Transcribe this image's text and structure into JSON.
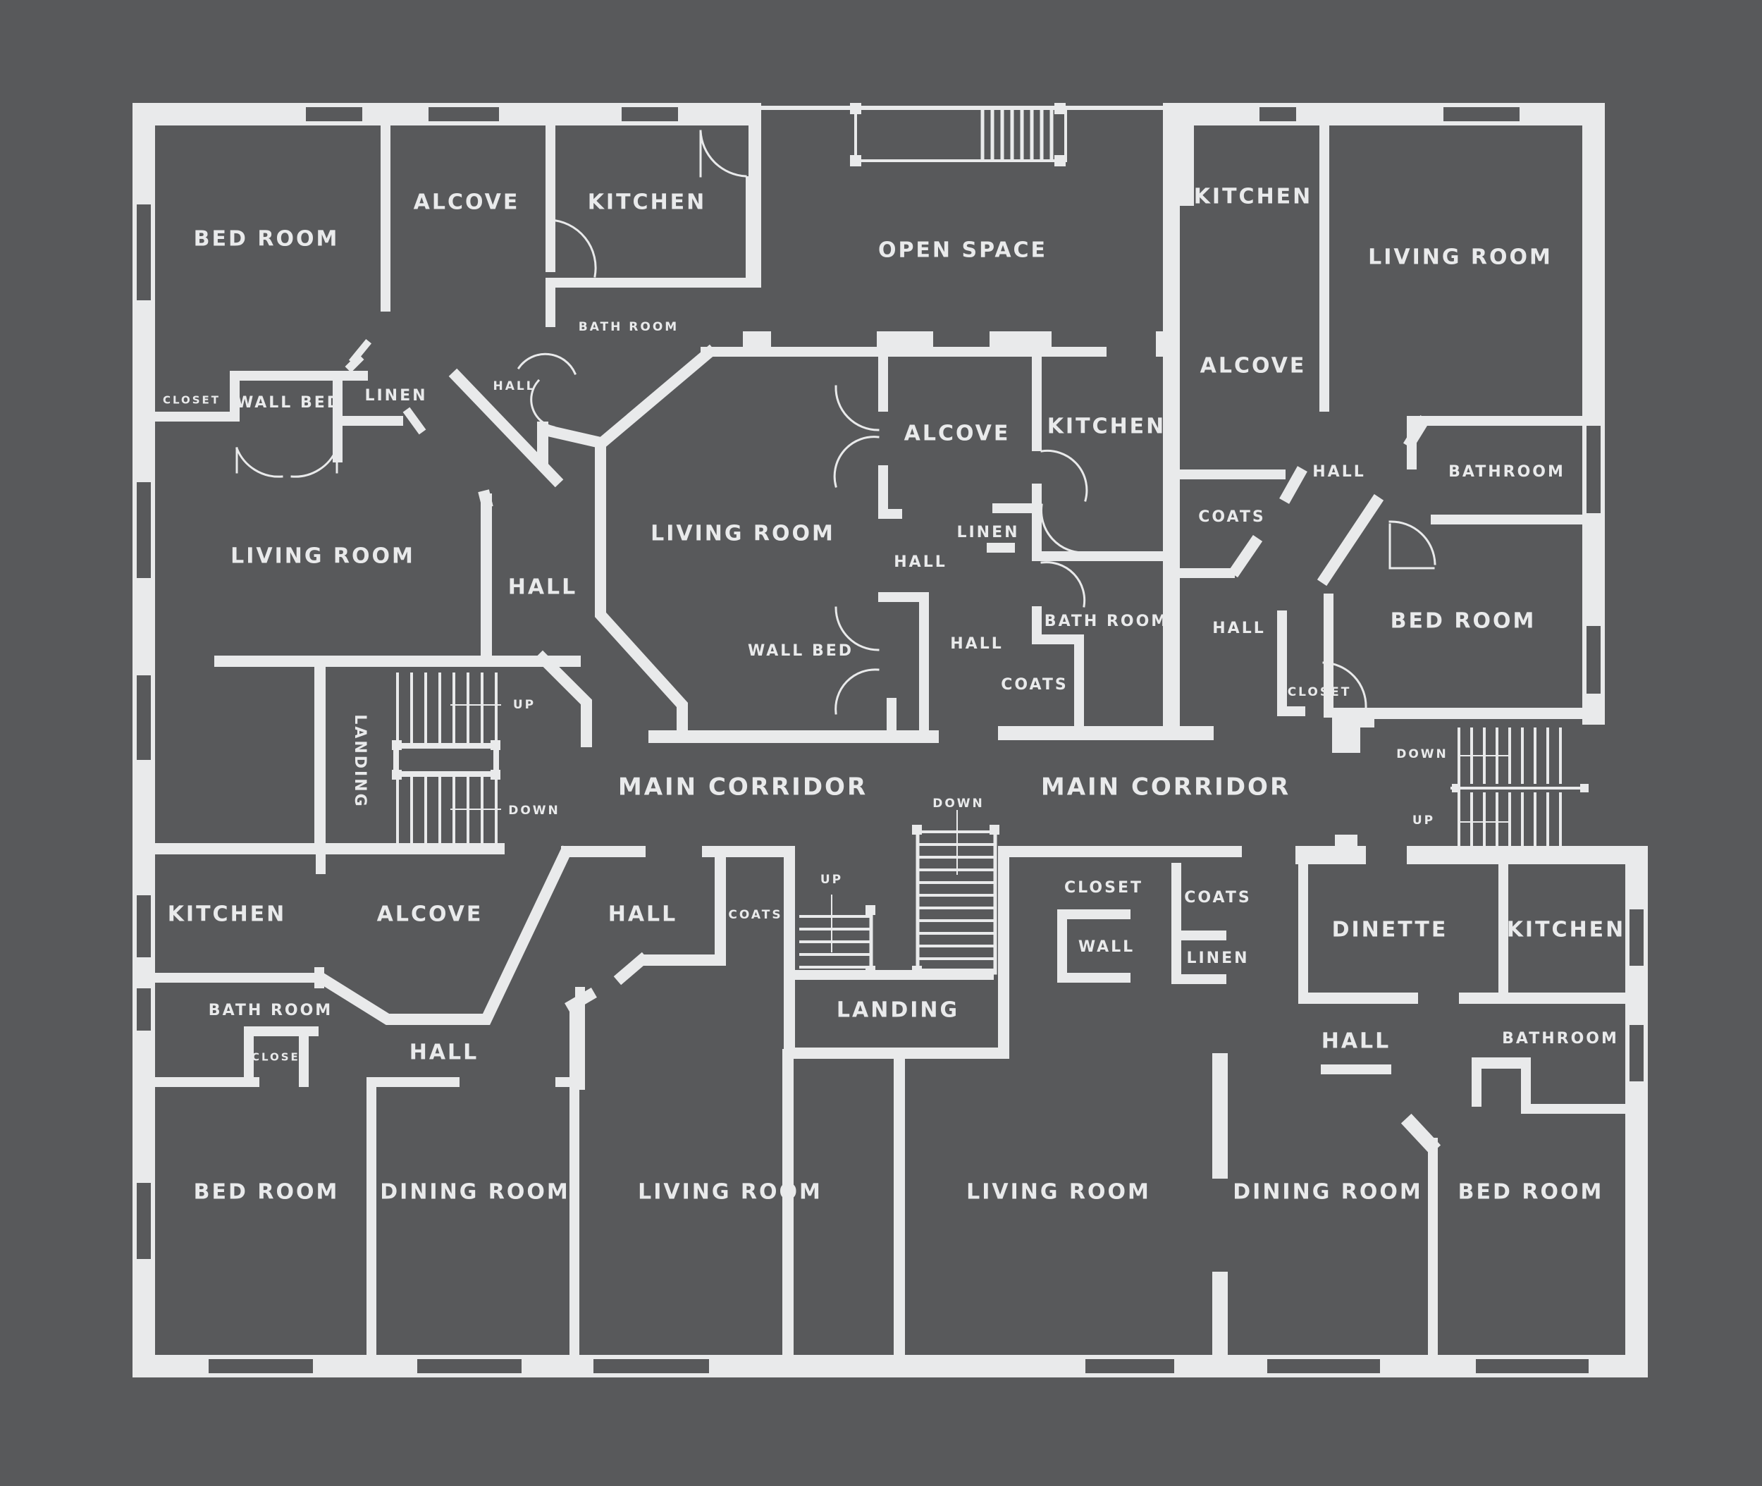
{
  "colors": {
    "background": "#58595b",
    "walls": "#e9eaeb"
  },
  "labels": {
    "bed_room_nw": "BED ROOM",
    "alcove_nw": "ALCOVE",
    "kitchen_nw": "KITCHEN",
    "open_space": "OPEN SPACE",
    "kitchen_ne": "KITCHEN",
    "living_room_ne": "LIVING ROOM",
    "bath_room_n": "BATH ROOM",
    "closet_nw": "CLOSET",
    "wall_bed_nw": "WALL BED",
    "linen_nw": "LINEN",
    "hall_nw_small": "HALL",
    "alcove_ne": "ALCOVE",
    "alcove_center": "ALCOVE",
    "kitchen_center": "KITCHEN",
    "hall_ne": "HALL",
    "bathroom_ne": "BATHROOM",
    "living_room_w": "LIVING ROOM",
    "living_room_center": "LIVING ROOM",
    "linen_center": "LINEN",
    "hall_center_a": "HALL",
    "coats_ne": "COATS",
    "hall_w": "HALL",
    "bath_room_center": "BATH ROOM",
    "hall_ne_lower": "HALL",
    "bed_room_ne": "BED ROOM",
    "wall_bed_center": "WALL BED",
    "hall_center_b": "HALL",
    "coats_center": "COATS",
    "closet_ne": "CLOSET",
    "up_w": "UP",
    "landing_w": "LANDING",
    "down_ne": "DOWN",
    "main_corridor_1": "MAIN CORRIDOR",
    "main_corridor_2": "MAIN CORRIDOR",
    "down_w": "DOWN",
    "down_center": "DOWN",
    "up_ne": "UP",
    "kitchen_sw": "KITCHEN",
    "alcove_sw": "ALCOVE",
    "hall_sw_a": "HALL",
    "coats_s": "COATS",
    "up_center": "UP",
    "closet_s": "CLOSET",
    "coats_se": "COATS",
    "dinette": "DINETTE",
    "kitchen_se": "KITCHEN",
    "wall_s": "WALL",
    "linen_se": "LINEN",
    "bath_room_sw": "BATH ROOM",
    "closet_sw": "CLOSET",
    "landing_center": "LANDING",
    "hall_sw_b": "HALL",
    "hall_se": "HALL",
    "bathroom_se": "BATHROOM",
    "bed_room_sw": "BED ROOM",
    "dining_room_sw": "DINING ROOM",
    "living_room_s1": "LIVING ROOM",
    "living_room_s2": "LIVING ROOM",
    "dining_room_se": "DINING ROOM",
    "bed_room_se": "BED ROOM"
  }
}
